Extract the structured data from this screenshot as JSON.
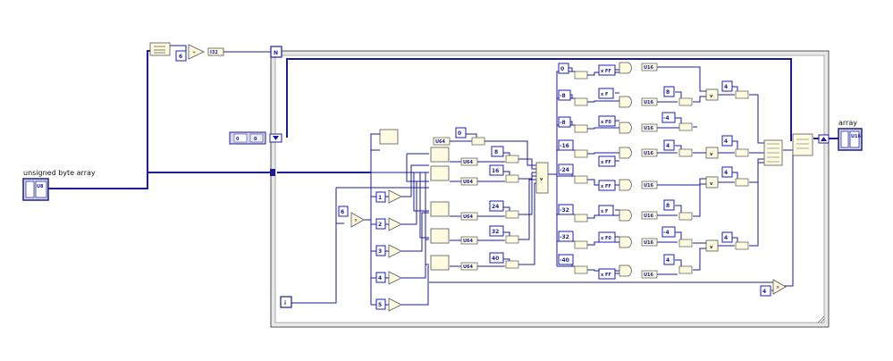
{
  "title": "",
  "labels": {
    "input_array": "unsigned byte array",
    "output_array": "array"
  },
  "loop": {
    "count_terminal": "N",
    "iteration_terminal": "i"
  },
  "type_tags": {
    "u8_array": "U8",
    "i32": "I32",
    "u64": "U64",
    "u16": "U16"
  },
  "constants": {
    "shift_count_multiplier": "6",
    "index_multiplier": "6",
    "output_multiplier": "4",
    "init_array": [
      "0",
      "0"
    ],
    "increments": [
      "1",
      "2",
      "3",
      "4",
      "5"
    ],
    "byte_shifts": [
      "0",
      "8",
      "16",
      "24",
      "32",
      "40"
    ],
    "segment_shifts": [
      "0",
      "-8",
      "-8",
      "-16",
      "-24",
      "-32",
      "-32",
      "-40"
    ],
    "masks": [
      "FF",
      "F",
      "F0",
      "FF",
      "FF",
      "F",
      "F0",
      "FF"
    ],
    "tail_shifts": [
      "8",
      "-4",
      "4",
      "8",
      "-4",
      "4"
    ],
    "combine_shifts": [
      "4",
      "4",
      "4",
      "4"
    ]
  },
  "colors": {
    "u64_wire": "#1c1c9a",
    "u16_wire": "#1c1c9a",
    "function_node": "#fffbe0",
    "constant_border": "#1c1cb4",
    "loop_frame": "#8a8a8a"
  }
}
